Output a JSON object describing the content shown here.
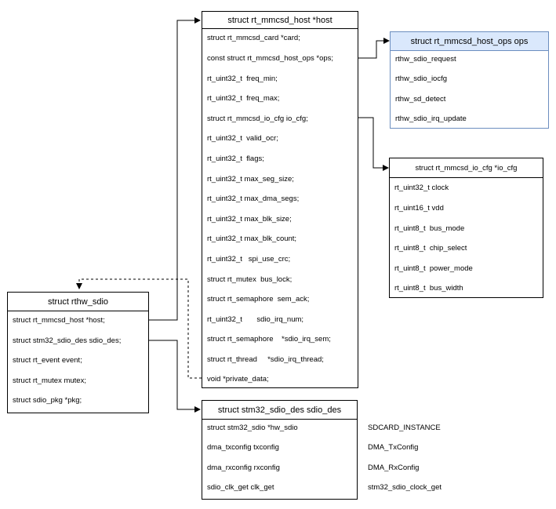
{
  "host": {
    "title": "struct rt_mmcsd_host *host",
    "fields": [
      "struct rt_mmcsd_card *card;",
      "const struct rt_mmcsd_host_ops *ops;",
      "rt_uint32_t  freq_min;",
      "rt_uint32_t  freq_max;",
      "struct rt_mmcsd_io_cfg io_cfg;",
      "rt_uint32_t  valid_ocr;",
      "rt_uint32_t  flags;",
      "rt_uint32_t max_seg_size;",
      "rt_uint32_t max_dma_segs;",
      "rt_uint32_t max_blk_size;",
      "rt_uint32_t max_blk_count;",
      "rt_uint32_t   spi_use_crc;",
      "struct rt_mutex  bus_lock;",
      "struct rt_semaphore  sem_ack;",
      "rt_uint32_t       sdio_irq_num;",
      "struct rt_semaphore    *sdio_irq_sem;",
      "struct rt_thread     *sdio_irq_thread;",
      "void *private_data;"
    ]
  },
  "ops": {
    "title": "struct rt_mmcsd_host_ops ops",
    "fields": [
      "rthw_sdio_request",
      "rthw_sdio_iocfg",
      "rthw_sd_detect",
      "rthw_sdio_irq_update"
    ]
  },
  "io_cfg": {
    "title": "struct rt_mmcsd_io_cfg *io_cfg",
    "fields": [
      "rt_uint32_t clock",
      "rt_uint16_t vdd",
      "rt_uint8_t  bus_mode",
      "rt_uint8_t  chip_select",
      "rt_uint8_t  power_mode",
      "rt_uint8_t  bus_width"
    ]
  },
  "rthw": {
    "title": "struct rthw_sdio",
    "fields": [
      "struct rt_mmcsd_host *host;",
      "struct stm32_sdio_des sdio_des;",
      "struct rt_event event;",
      "struct rt_mutex mutex;",
      "struct sdio_pkg *pkg;"
    ]
  },
  "sdio_des": {
    "title": "struct stm32_sdio_des sdio_des",
    "fields": [
      "struct stm32_sdio *hw_sdio",
      "dma_txconfig txconfig",
      "dma_rxconfig rxconfig",
      "sdio_clk_get clk_get"
    ],
    "values": [
      "SDCARD_INSTANCE",
      "DMA_TxConfig",
      "DMA_RxConfig",
      "stm32_sdio_clock_get"
    ]
  },
  "colors": {
    "line": "#000000",
    "ops_header_fill": "#dae8fc",
    "ops_border": "#6c8ebf"
  }
}
